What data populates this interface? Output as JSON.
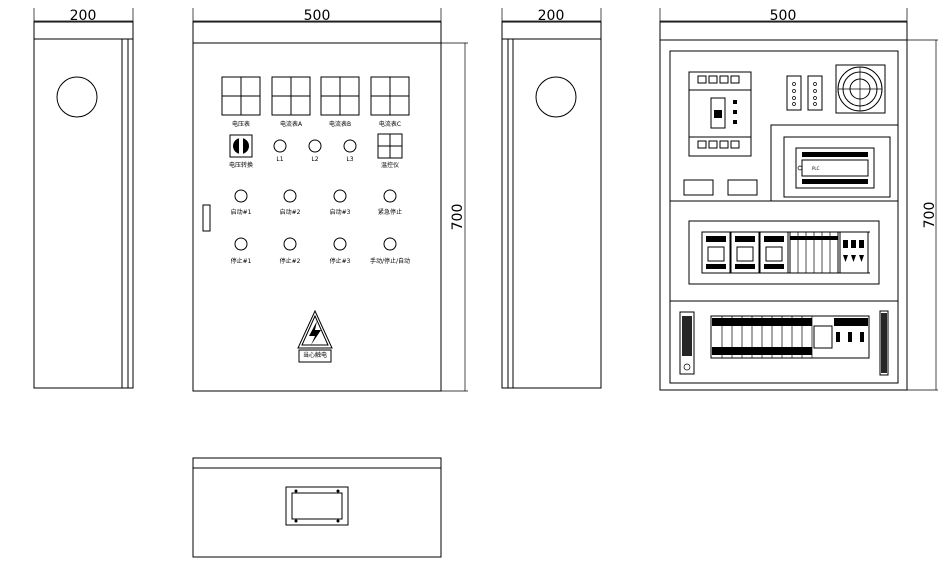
{
  "dimensions": {
    "side_left_width": "200",
    "front_width": "500",
    "front_height": "700",
    "side_right_width": "200",
    "interior_width": "500",
    "interior_height": "700"
  },
  "front_panel": {
    "meters": [
      "电压表",
      "电流表A",
      "电流表B",
      "电流表C"
    ],
    "switch_label": "电压转换",
    "lamps": [
      "L1",
      "L2",
      "L3"
    ],
    "controller_label": "温控仪",
    "row_start": [
      "启动#1",
      "启动#2",
      "启动#3",
      "紧急停止"
    ],
    "row_stop": [
      "停止#1",
      "停止#2",
      "停止#3",
      "手动/停止/自动"
    ],
    "warning_sign": "当心触电"
  },
  "interior": {
    "plc_brand": "PLC"
  }
}
